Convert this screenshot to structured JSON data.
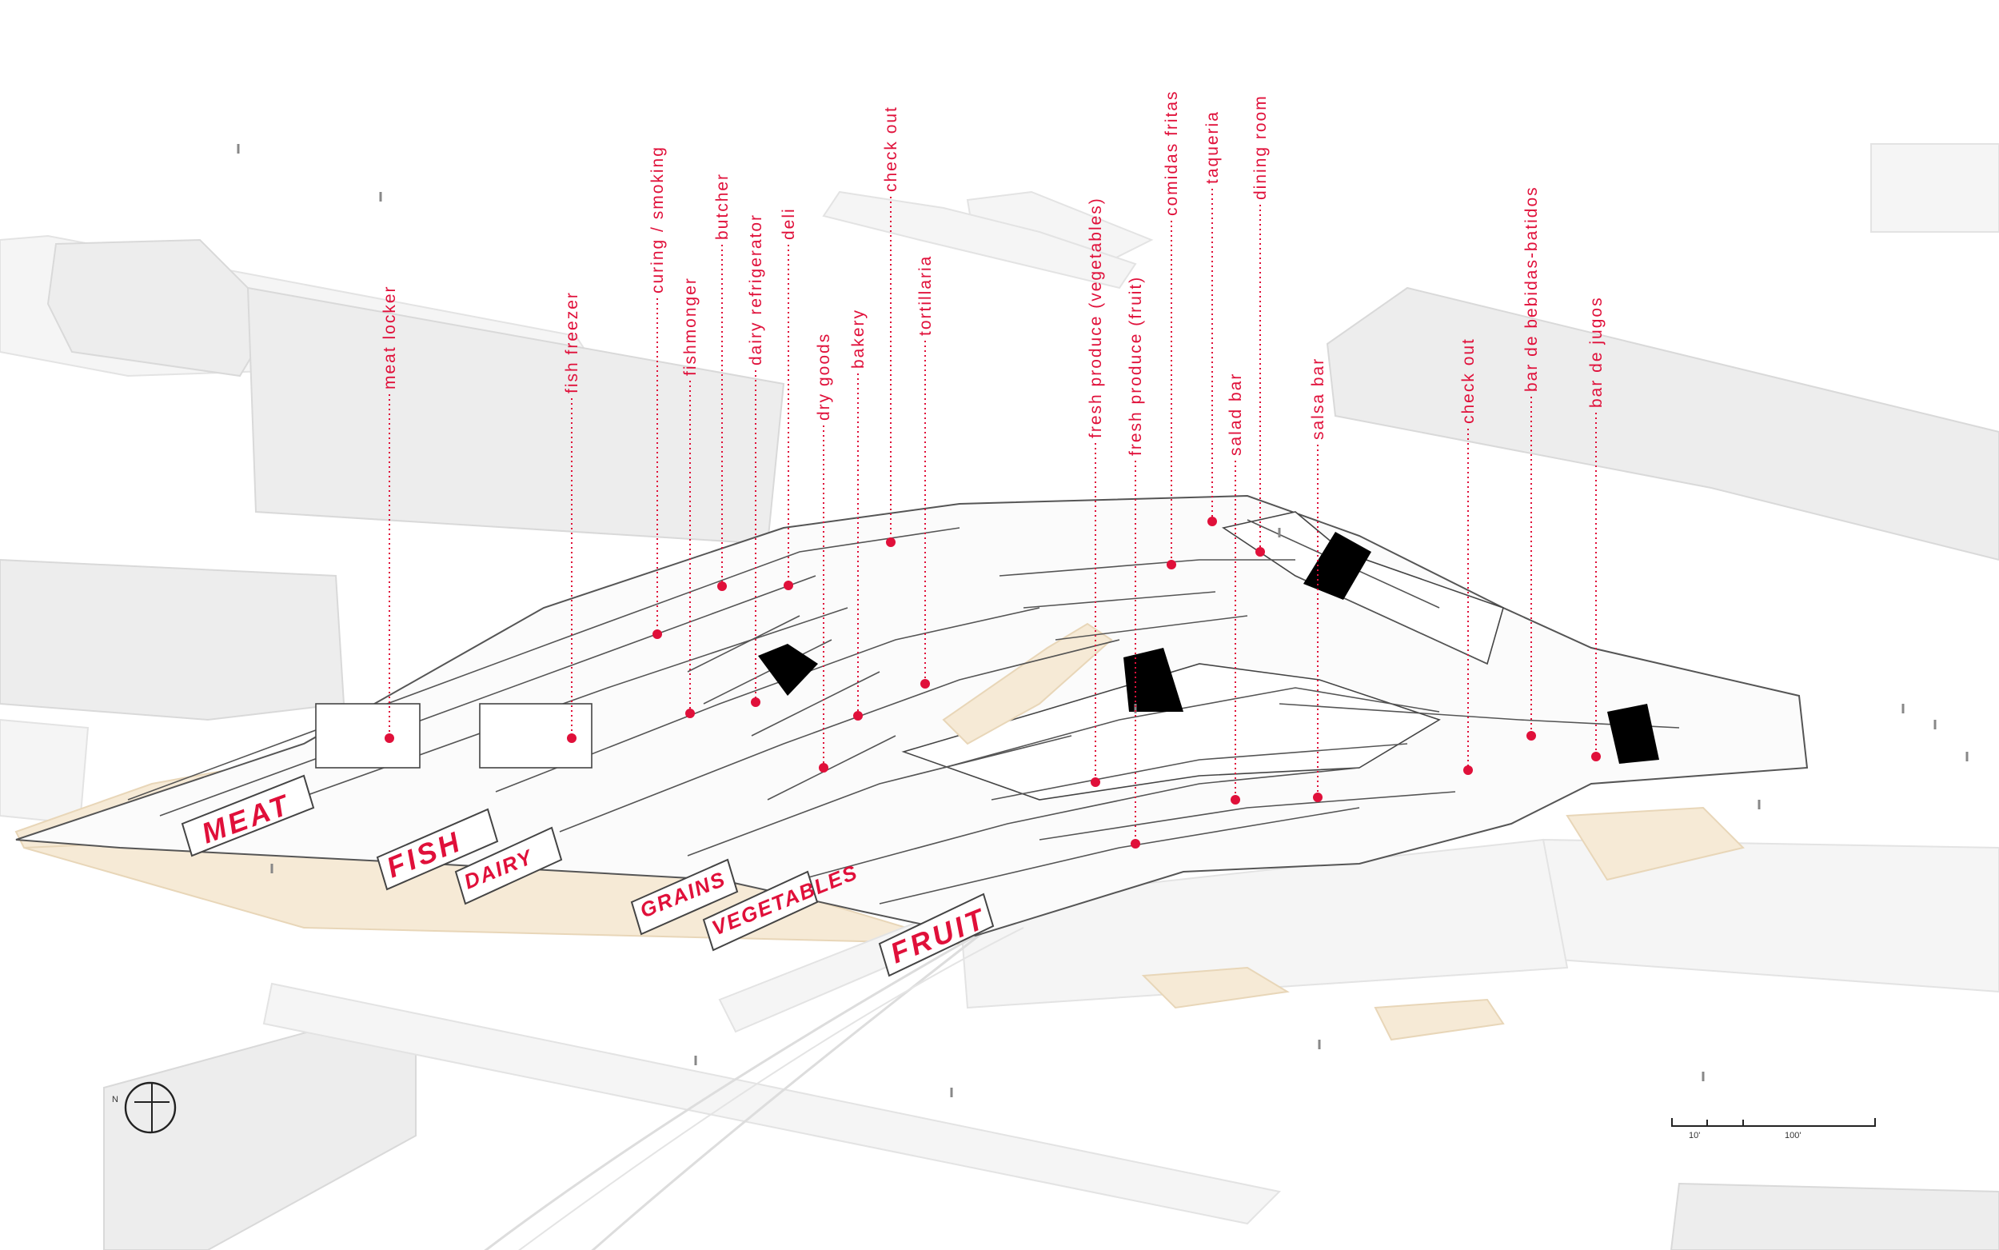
{
  "programs": [
    {
      "id": "meat-locker",
      "text": "meat locker"
    },
    {
      "id": "fish-freezer",
      "text": "fish freezer"
    },
    {
      "id": "curing-smoking",
      "text": "curing / smoking"
    },
    {
      "id": "fishmonger",
      "text": "fishmonger"
    },
    {
      "id": "butcher",
      "text": "butcher"
    },
    {
      "id": "dairy-refrigerator",
      "text": "dairy refrigerator"
    },
    {
      "id": "deli",
      "text": "deli"
    },
    {
      "id": "dry-goods",
      "text": "dry goods"
    },
    {
      "id": "bakery",
      "text": "bakery"
    },
    {
      "id": "check-out-1",
      "text": "check out"
    },
    {
      "id": "tortillaria",
      "text": "tortillaria"
    },
    {
      "id": "fresh-produce-vegetables",
      "text": "fresh produce (vegetables)"
    },
    {
      "id": "fresh-produce-fruit",
      "text": "fresh produce (fruit)"
    },
    {
      "id": "comidas-fritas",
      "text": "comidas fritas"
    },
    {
      "id": "taqueria",
      "text": "taqueria"
    },
    {
      "id": "dining-room",
      "text": "dining room"
    },
    {
      "id": "salad-bar",
      "text": "salad bar"
    },
    {
      "id": "salsa-bar",
      "text": "salsa bar"
    },
    {
      "id": "check-out-2",
      "text": "check out"
    },
    {
      "id": "bar-de-bebidas-batidos",
      "text": "bar de bebidas-batidos"
    },
    {
      "id": "bar-de-jugos",
      "text": "bar de jugos"
    }
  ],
  "trucks": [
    {
      "id": "meat",
      "text": "MEAT"
    },
    {
      "id": "fish",
      "text": "FISH"
    },
    {
      "id": "dairy",
      "text": "DAIRY"
    },
    {
      "id": "grains",
      "text": "GRAINS"
    },
    {
      "id": "vegetables",
      "text": "VEGETABLES"
    },
    {
      "id": "fruit",
      "text": "FRUIT"
    }
  ],
  "north_arrow": {
    "label": "N"
  },
  "scale_bar": {
    "label_small": "10'",
    "label_large": "100'"
  },
  "colors": {
    "accent": "#e0103a",
    "context": "#ededed",
    "sand": "#f6ead6",
    "solid": "#000000"
  }
}
